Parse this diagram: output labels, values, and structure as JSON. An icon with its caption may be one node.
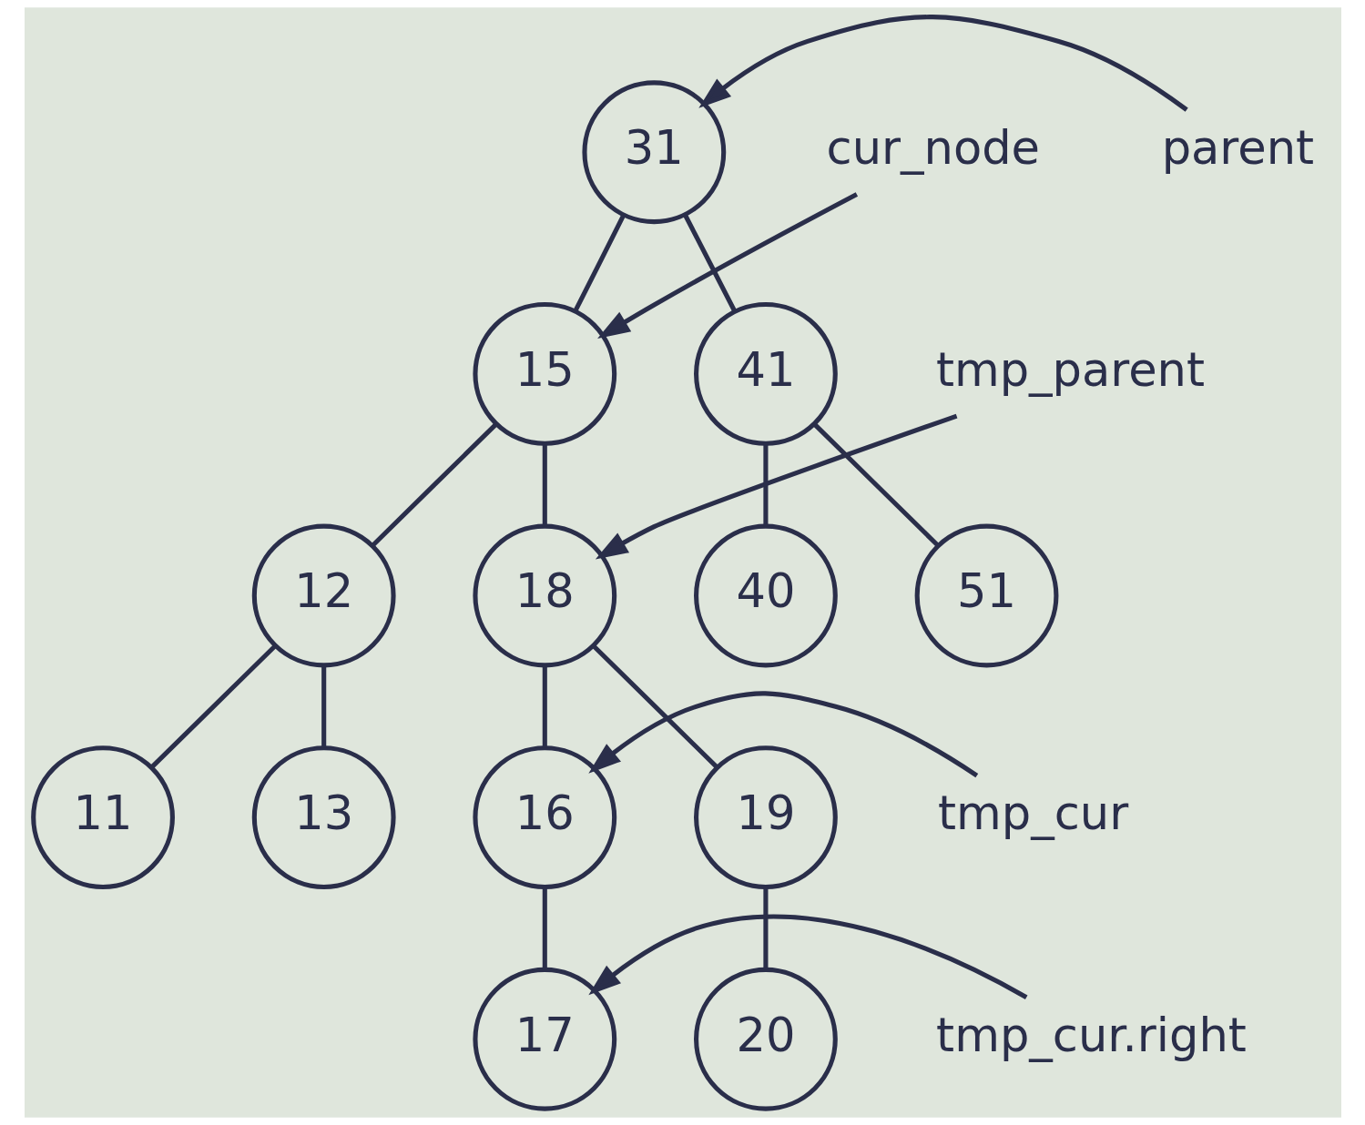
{
  "diagram": {
    "nodes": [
      {
        "text": [
          "31"
        ]
      },
      {
        "text": [
          "15"
        ]
      },
      {
        "text": [
          "41"
        ]
      },
      {
        "text": [
          "12"
        ]
      },
      {
        "text": [
          "18"
        ]
      },
      {
        "text": [
          "40"
        ]
      },
      {
        "text": [
          "51"
        ]
      },
      {
        "text": [
          "11"
        ]
      },
      {
        "text": [
          "13"
        ]
      },
      {
        "text": [
          "16"
        ]
      },
      {
        "text": [
          "19"
        ]
      },
      {
        "text": [
          "17"
        ]
      },
      {
        "text": [
          "20"
        ]
      },
      {
        "text": [
          "parent"
        ]
      },
      {
        "text": [
          "cur_node"
        ]
      },
      {
        "text": [
          "tmp_parent"
        ]
      },
      {
        "text": [
          "tmp_cur"
        ]
      },
      {
        "text": [
          "tmp_cur.right"
        ]
      }
    ],
    "edges": [
      {
        "from": 0,
        "to": 1,
        "arrow": "none"
      },
      {
        "from": 0,
        "to": 2,
        "arrow": "none"
      },
      {
        "from": 1,
        "to": 3,
        "arrow": "none"
      },
      {
        "from": 1,
        "to": 4,
        "arrow": "none"
      },
      {
        "from": 2,
        "to": 5,
        "arrow": "none"
      },
      {
        "from": 2,
        "to": 6,
        "arrow": "none"
      },
      {
        "from": 3,
        "to": 7,
        "arrow": "none"
      },
      {
        "from": 3,
        "to": 8,
        "arrow": "none"
      },
      {
        "from": 4,
        "to": 9,
        "arrow": "none"
      },
      {
        "from": 4,
        "to": 10,
        "arrow": "none"
      },
      {
        "from": 9,
        "to": 11,
        "arrow": "none"
      },
      {
        "from": 10,
        "to": 12,
        "arrow": "none"
      },
      {
        "from": 13,
        "to": 0,
        "arrow": "to"
      },
      {
        "from": 14,
        "to": 1,
        "arrow": "to"
      },
      {
        "from": 15,
        "to": 4,
        "arrow": "to"
      },
      {
        "from": 16,
        "to": 9,
        "arrow": "to"
      },
      {
        "from": 17,
        "to": 11,
        "arrow": "to"
      }
    ]
  }
}
